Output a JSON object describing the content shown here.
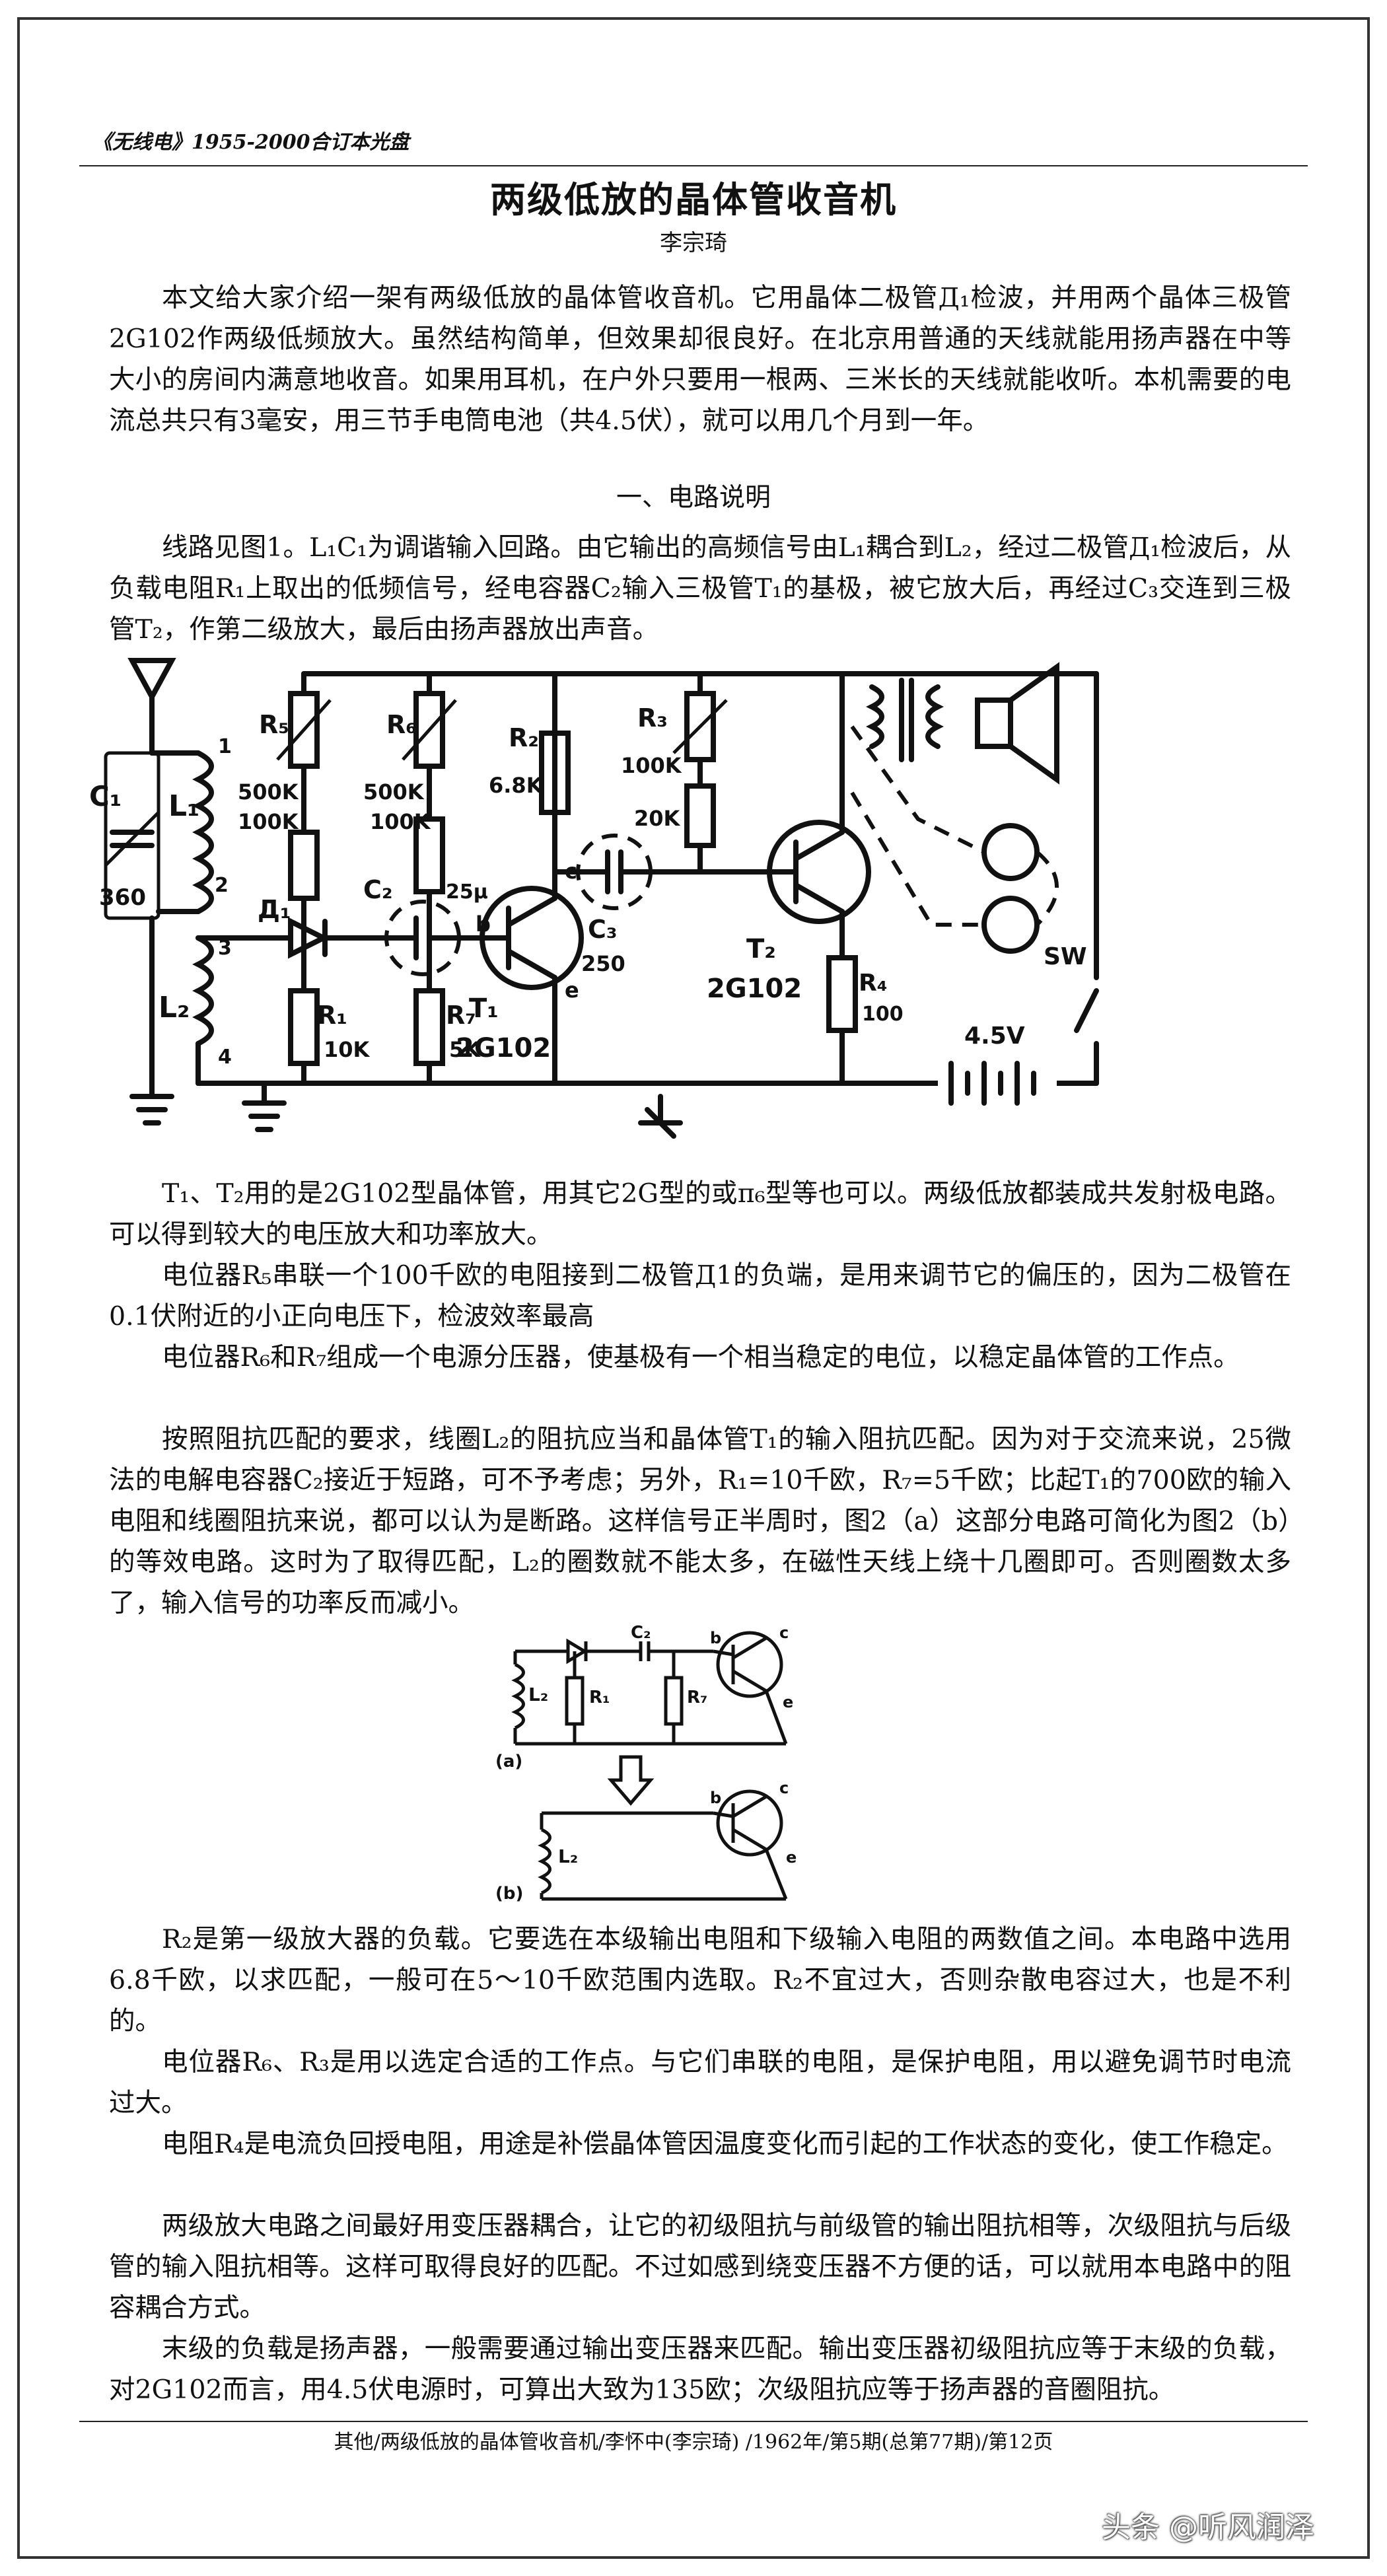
{
  "header": {
    "source": "《无线电》1955-2000合订本光盘"
  },
  "article": {
    "title": "两级低放的晶体管收音机",
    "author": "李宗琦",
    "intro": "本文给大家介绍一架有两级低放的晶体管收音机。它用晶体二极管Д₁检波，并用两个晶体三极管2G102作两级低频放大。虽然结构简单，但效果却很良好。在北京用普通的天线就能用扬声器在中等大小的房间内满意地收音。如果用耳机，在户外只要用一根两、三米长的天线就能收听。本机需要的电流总共只有3毫安，用三节手电筒电池（共4.5伏），就可以用几个月到一年。",
    "section1_heading": "一、电路说明",
    "p_circuit": "线路见图1。L₁C₁为调谐输入回路。由它输出的高频信号由L₁耦合到L₂，经过二极管Д₁检波后，从负载电阻R₁上取出的低频信号，经电容器C₂输入三极管T₁的基极，被它放大后，再经过C₃交连到三极管T₂，作第二级放大，最后由扬声器放出声音。",
    "p_t1t2": "T₁、T₂用的是2G102型晶体管，用其它2G型的或π₆型等也可以。两级低放都装成共发射极电路。可以得到较大的电压放大和功率放大。",
    "p_r5": "电位器R₅串联一个100千欧的电阻接到二极管Д1的负端，是用来调节它的偏压的，因为二极管在0.1伏附近的小正向电压下，检波效率最高",
    "p_r6r7": "电位器R₆和R₇组成一个电源分压器，使基极有一个相当稳定的电位，以稳定晶体管的工作点。",
    "p_match": "按照阻抗匹配的要求，线圈L₂的阻抗应当和晶体管T₁的输入阻抗匹配。因为对于交流来说，25微法的电解电容器C₂接近于短路，可不予考虑；另外，R₁=10千欧，R₇=5千欧；比起T₁的700欧的输入电阻和线圈阻抗来说，都可以认为是断路。这样信号正半周时，图2（a）这部分电路可简化为图2（b）的等效电路。这时为了取得匹配，L₂的圈数就不能太多，在磁性天线上绕十几圈即可。否则圈数太多了，输入信号的功率反而减小。",
    "p_r2": "R₂是第一级放大器的负载。它要选在本级输出电阻和下级输入电阻的两数值之间。本电路中选用6.8千欧，以求匹配，一般可在5～10千欧范围内选取。R₂不宜过大，否则杂散电容过大，也是不利的。",
    "p_r6r3": "电位器R₆、R₃是用以选定合适的工作点。与它们串联的电阻，是保护电阻，用以避免调节时电流过大。",
    "p_r4": "电阻R₄是电流负回授电阻，用途是补偿晶体管因温度变化而引起的工作状态的变化，使工作稳定。",
    "p_coupling": "两级放大电路之间最好用变压器耦合，让它的初级阻抗与前级管的输出阻抗相等，次级阻抗与后级管的输入阻抗相等。这样可取得良好的匹配。不过如感到绕变压器不方便的话，可以就用本电路中的阻容耦合方式。",
    "p_load": "末级的负载是扬声器，一般需要通过输出变压器来匹配。输出变压器初级阻抗应等于末级的负载，对2G102而言，用4.5伏电源时，可算出大致为135欧；次级阻抗应等于扬声器的音圈阻抗。"
  },
  "figure1": {
    "labels": {
      "C1": "C₁",
      "C1v": "360",
      "L1": "L₁",
      "D1": "Д₁",
      "L2": "L₂",
      "R5": "R₅",
      "R5a": "500K",
      "R5b": "100K",
      "R6": "R₆",
      "R6a": "500K",
      "R6b": "100K",
      "R2": "R₂",
      "R2v": "6.8K",
      "R3": "R₃",
      "R3a": "100K",
      "R3b": "20K",
      "C2": "C₂",
      "C2v": "25μ",
      "C3": "C₃",
      "C3v": "250",
      "R1": "R₁",
      "R1v": "10K",
      "R7": "R₇",
      "R7v": "5K",
      "T1": "T₁",
      "T1m": "2G102",
      "T2": "T₂",
      "T2m": "2G102",
      "R4": "R₄",
      "R4v": "100",
      "batt": "4.5V",
      "SW": "SW",
      "n1": "1",
      "n2": "2",
      "n3": "3",
      "n4": "4",
      "b": "b",
      "c": "c",
      "e": "e"
    }
  },
  "figure2": {
    "labels": {
      "a": "(a)",
      "b": "(b)",
      "L2": "L₂",
      "R1": "R₁",
      "R7": "R₇",
      "C2": "C₂",
      "tb": "b",
      "tc": "c",
      "te": "e"
    }
  },
  "footer": {
    "citation": "其他/两级低放的晶体管收音机/李怀中(李宗琦) /1962年/第5期(总第77期)/第12页"
  },
  "watermark": {
    "text": "头条 @听风润泽"
  }
}
